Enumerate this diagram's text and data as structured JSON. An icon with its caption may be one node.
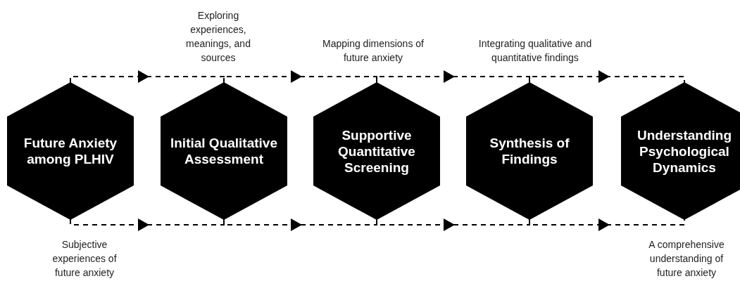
{
  "diagram": {
    "nodes": [
      {
        "text": [
          "Future Anxiety among PLHIV"
        ],
        "beside": [
          "Subjective experiences of future anxiety"
        ]
      },
      {
        "text": [
          "Initial Qualitative Assessment"
        ],
        "beside": [
          "Exploring experiences, meanings, and sources"
        ]
      },
      {
        "text": [
          "Supportive Quantitative Screening"
        ],
        "beside": [
          "Mapping dimensions of future anxiety"
        ]
      },
      {
        "text": [
          "Synthesis of Findings"
        ],
        "beside": [
          "Integrating qualitative and quantitative findings"
        ]
      },
      {
        "text": [
          "Understanding Psychological Dynamics"
        ],
        "beside": [
          "A comprehensive understanding of future anxiety"
        ]
      }
    ],
    "edges": [
      {
        "from": 0,
        "to": 1,
        "arrow": "to",
        "style": "dashed"
      },
      {
        "from": 1,
        "to": 2,
        "arrow": "to",
        "style": "dashed"
      },
      {
        "from": 2,
        "to": 3,
        "arrow": "to",
        "style": "dashed"
      },
      {
        "from": 3,
        "to": 4,
        "arrow": "to",
        "style": "dashed"
      },
      {
        "from": 0,
        "to": 1,
        "arrow": "to",
        "style": "dashed"
      },
      {
        "from": 1,
        "to": 2,
        "arrow": "to",
        "style": "dashed"
      },
      {
        "from": 2,
        "to": 3,
        "arrow": "to",
        "style": "dashed"
      },
      {
        "from": 3,
        "to": 4,
        "arrow": "to",
        "style": "dashed"
      }
    ]
  }
}
